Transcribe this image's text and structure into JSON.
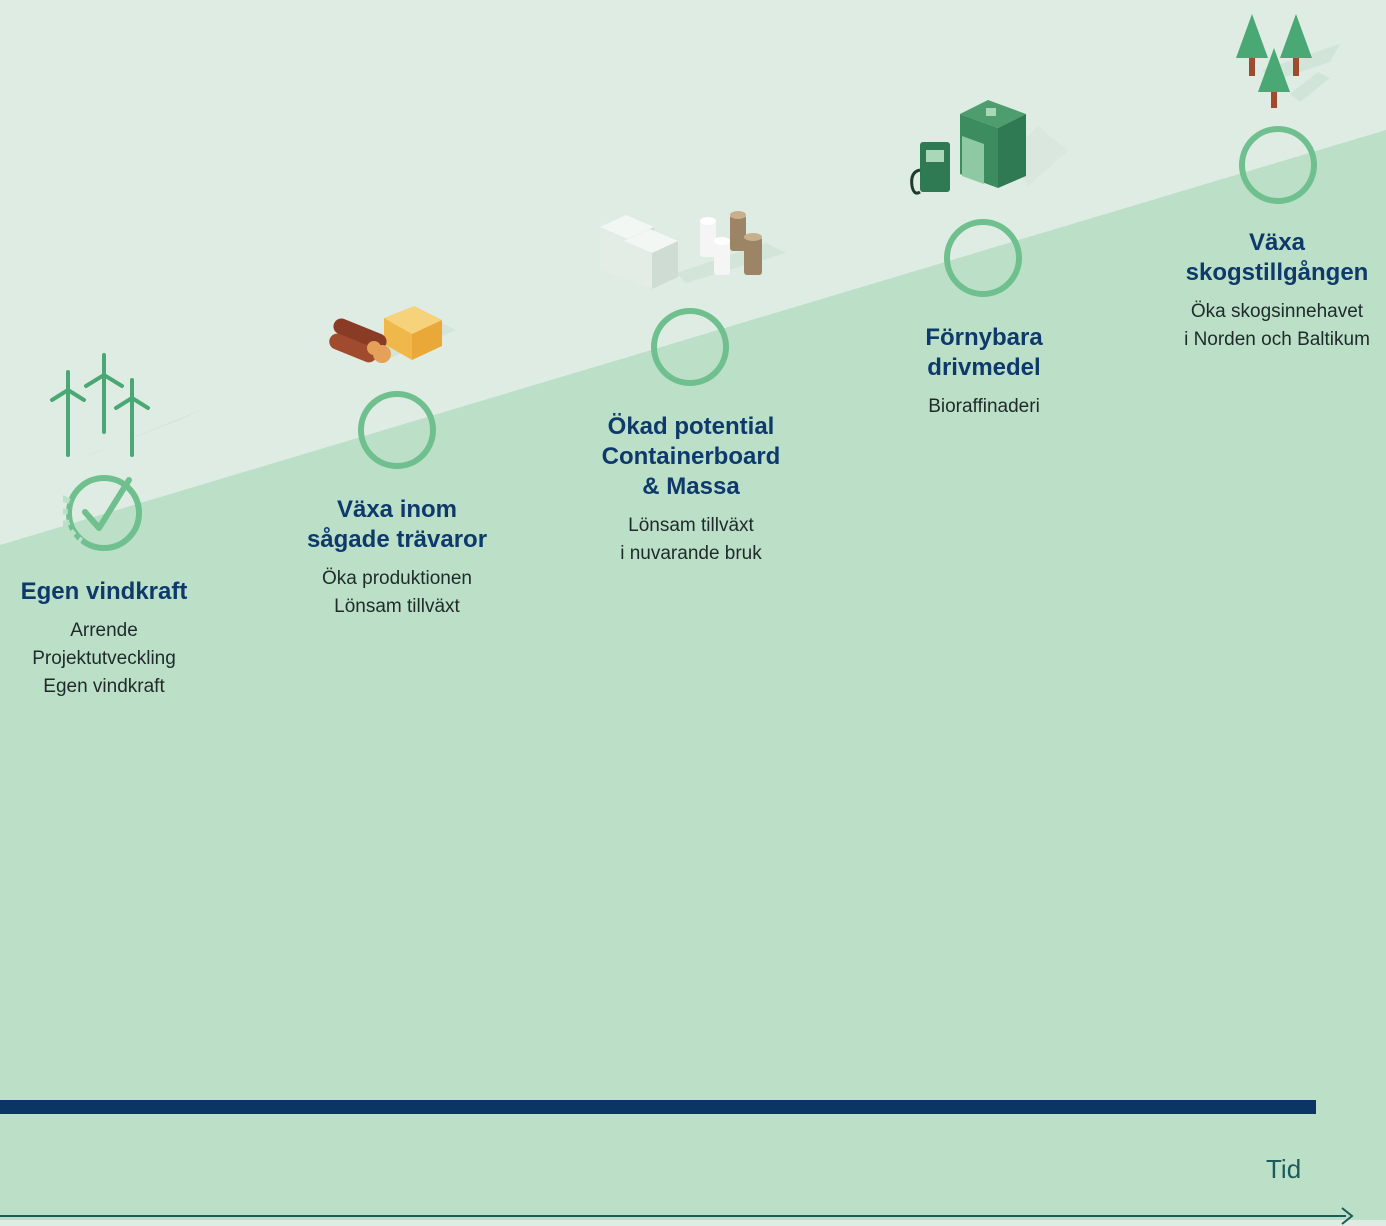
{
  "stages": [
    {
      "title": [
        "Egen vindkraft"
      ],
      "lines": [
        "Arrende",
        "Projektutveckling",
        "Egen vindkraft"
      ],
      "status": "completed"
    },
    {
      "title": [
        "Växa inom",
        "sågade trävaror"
      ],
      "lines": [
        "Öka produktionen",
        "Lönsam tillväxt"
      ],
      "status": "planned"
    },
    {
      "title": [
        "Ökad potential",
        "Containerboard",
        "& Massa"
      ],
      "lines": [
        "Lönsam tillväxt",
        "i nuvarande bruk"
      ],
      "status": "planned"
    },
    {
      "title": [
        "Förnybara",
        "drivmedel"
      ],
      "lines": [
        "Bioraffinaderi"
      ],
      "status": "planned"
    },
    {
      "title": [
        "Växa",
        "skogstillgången"
      ],
      "lines": [
        "Öka skogsinnehavet",
        "i Norden och Baltikum"
      ],
      "status": "planned"
    }
  ],
  "axis": {
    "label": "Tid"
  },
  "icons": [
    "wind-turbine-icon",
    "lumber-logs-icon",
    "paper-packages-icon",
    "fuel-refinery-icon",
    "forest-trees-icon"
  ],
  "colors": {
    "ring": "#6fbf8f",
    "title": "#0d3a6b",
    "bar": "#0b3564",
    "slope": "#b8dcc5",
    "background": "#dfece4"
  }
}
